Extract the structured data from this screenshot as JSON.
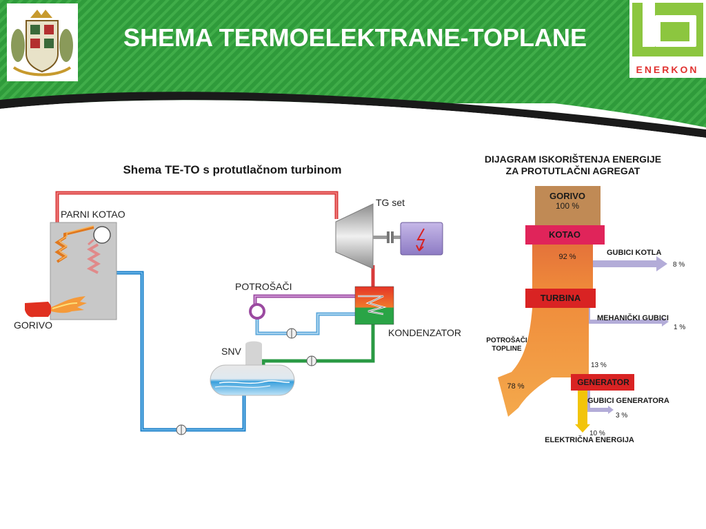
{
  "slide": {
    "title": "SHEMA TERMOELEKTRANE-TOPLANE",
    "brand": "ENERKON",
    "colors": {
      "header_green": "#2e9a3a",
      "stripe_light": "#3fae48",
      "brand_green": "#8cc63f",
      "brand_red": "#e0312f"
    }
  },
  "scheme": {
    "title": "Shema TE-TO s protutlačnom turbinom",
    "labels": {
      "boiler": "PARNI KOTAO",
      "fuel": "GORIVO",
      "tg_set": "TG set",
      "consumers": "POTROŠAČI",
      "condenser": "KONDENZATOR",
      "tank": "SNV"
    },
    "icons": [
      "boiler",
      "burner-flame",
      "steam-turbine",
      "generator",
      "condenser",
      "pump",
      "feedwater-tank",
      "consumer-heater"
    ]
  },
  "sankey": {
    "title_line1": "DIJAGRAM ISKORIŠTENJA ENERGIJE",
    "title_line2": "ZA PROTUTLAČNI AGREGAT",
    "fuel_label": "GORIVO",
    "fuel_value": "100 %",
    "boiler_label": "KOTAO",
    "after_boiler_value": "92 %",
    "boiler_loss_label": "GUBICI KOTLA",
    "boiler_loss_value": "8 %",
    "turbine_label": "TURBINA",
    "mech_loss_label": "MEHANIČKI GUBICI",
    "mech_loss_value": "1 %",
    "heat_label_line1": "POTROŠAČI",
    "heat_label_line2": "TOPLINE",
    "heat_value": "78 %",
    "to_generator_value": "13 %",
    "generator_label": "GENERATOR",
    "gen_loss_label": "GUBICI GENERATORA",
    "gen_loss_value": "3 %",
    "electric_value": "10 %",
    "electric_label": "ELEKTRIČNA ENERGIJA"
  }
}
